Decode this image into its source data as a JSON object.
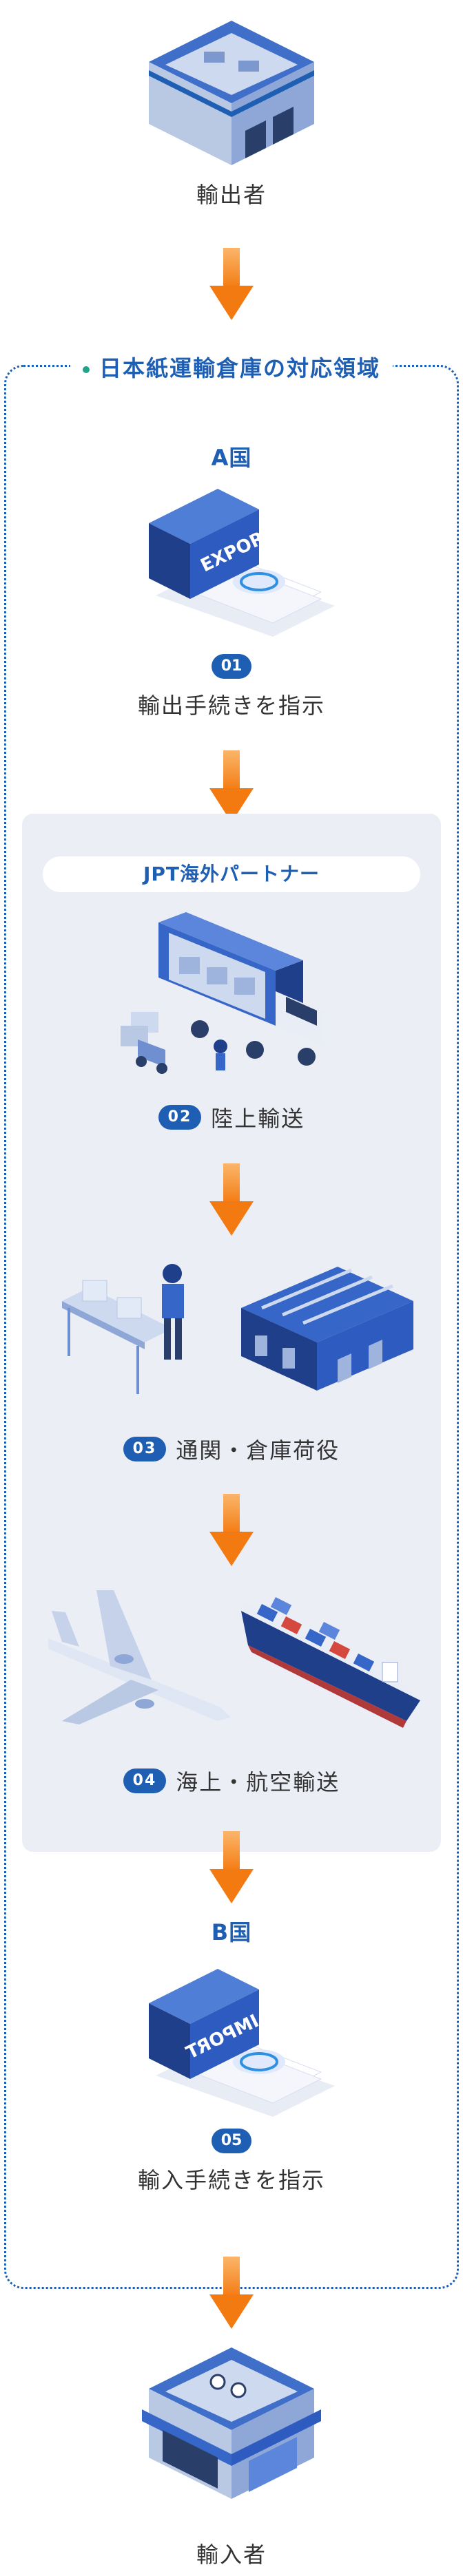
{
  "exporter_label": "輸出者",
  "region_title": "日本紙運輸倉庫の対応領域",
  "country_a": "A国",
  "country_b": "B国",
  "partner_label": "JPT海外パートナー",
  "export_text": "EXPORT",
  "import_text": "IMPORT",
  "steps": [
    {
      "num": "01",
      "label": "輸出手続きを指示"
    },
    {
      "num": "02",
      "label": "陸上輸送"
    },
    {
      "num": "03",
      "label": "通関・倉庫荷役"
    },
    {
      "num": "04",
      "label": "海上・航空輸送"
    },
    {
      "num": "05",
      "label": "輸入手続きを指示"
    }
  ],
  "importer_label": "輸入者",
  "colors": {
    "primary": "#1e5fb4",
    "arrow": "#f58220",
    "panel": "#eceef6"
  }
}
